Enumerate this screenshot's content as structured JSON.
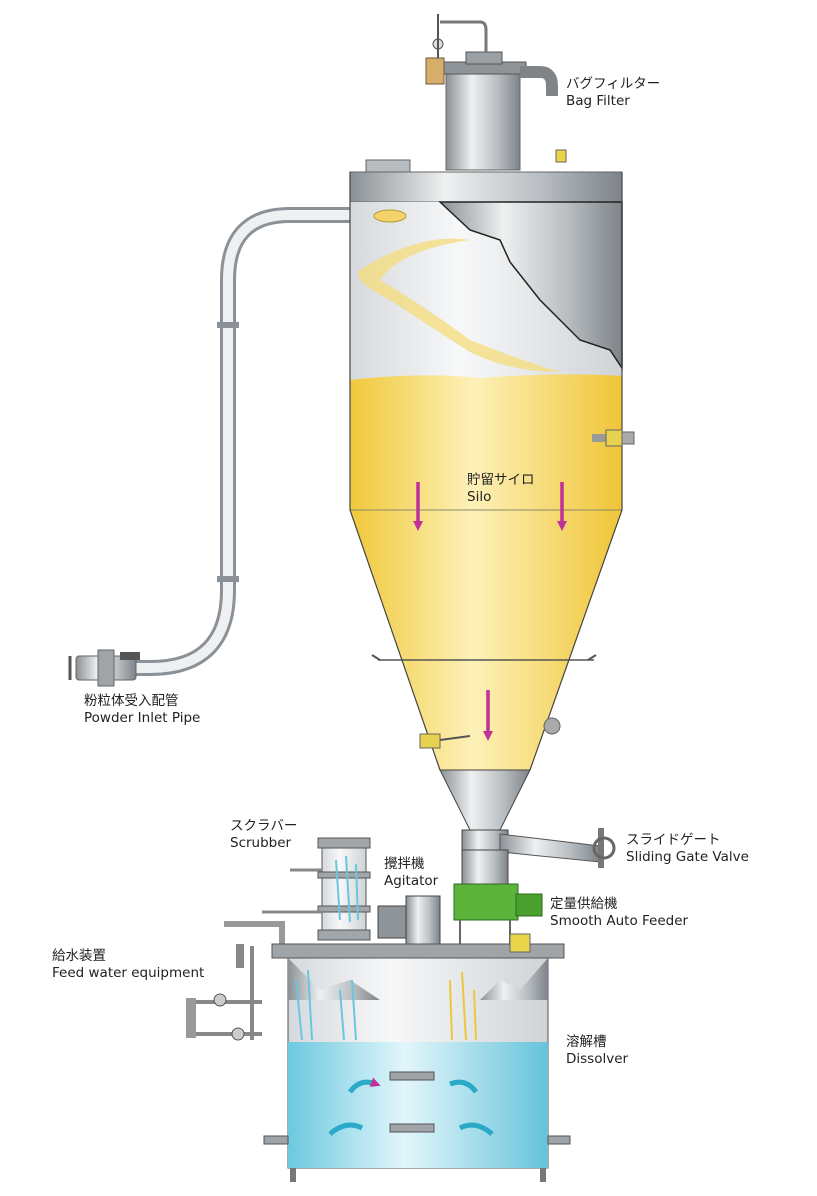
{
  "labels": {
    "bag_filter": {
      "jp": "バグフィルター",
      "en": "Bag Filter"
    },
    "silo": {
      "jp": "貯留サイロ",
      "en": "Silo"
    },
    "powder_inlet": {
      "jp": "粉粒体受入配管",
      "en": "Powder Inlet Pipe"
    },
    "gate_valve": {
      "jp": "スライドゲート",
      "en": "Sliding Gate Valve"
    },
    "scrubber": {
      "jp": "スクラバー",
      "en": "Scrubber"
    },
    "agitator": {
      "jp": "攪拌機",
      "en": "Agitator"
    },
    "feeder": {
      "jp": "定量供給機",
      "en": "Smooth Auto Feeder"
    },
    "feed_water": {
      "jp": "給水装置",
      "en": "Feed water equipment"
    },
    "dissolver": {
      "jp": "溶解槽",
      "en": "Dissolver"
    }
  },
  "colors": {
    "powder": "#f2cd4a",
    "water": "#7ad3e6",
    "arrow": "#c0309b",
    "steel": "#a9afb3",
    "motor": "#5cb43a"
  }
}
